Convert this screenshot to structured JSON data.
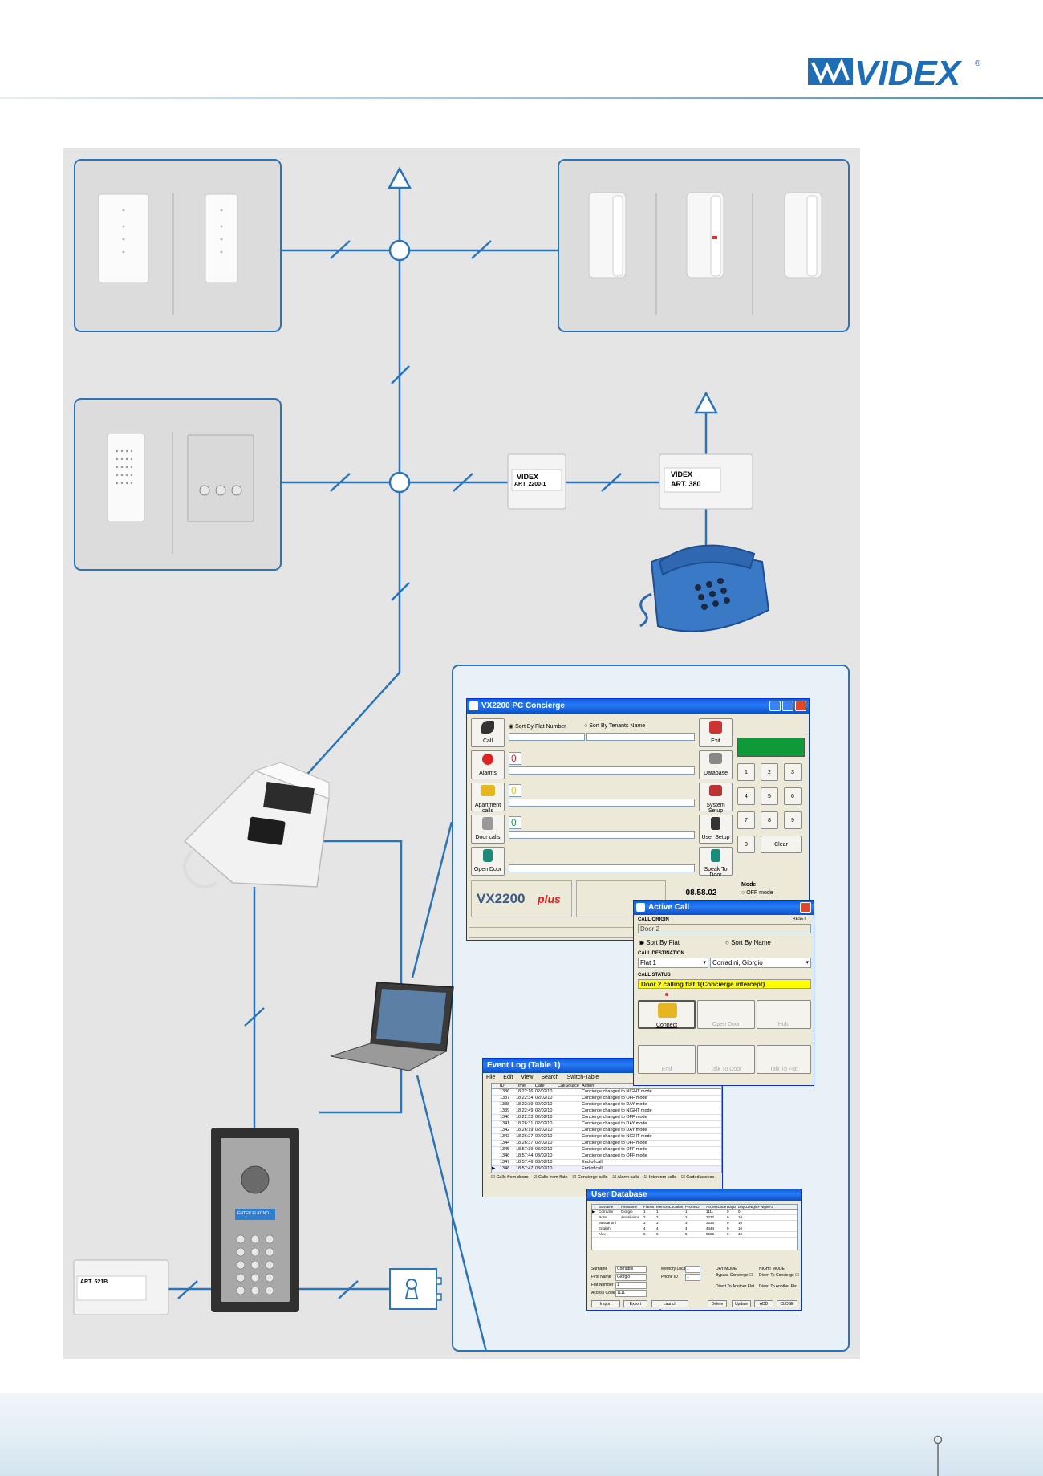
{
  "brand": {
    "logo_text": "VIDEX",
    "registered": "®"
  },
  "concierge_window": {
    "title": "VX2200 PC Concierge",
    "sort_by_flat": "Sort By Flat Number",
    "sort_by_tenant": "Sort By Tenants Name",
    "left_buttons": [
      "Call",
      "Alarms",
      "Apartment calls",
      "Door calls",
      "Open Door"
    ],
    "counters": [
      "0",
      "0",
      "0"
    ],
    "right_buttons": [
      "Exit",
      "Database",
      "System Setup",
      "User Setup",
      "Speak To Door"
    ],
    "keypad": [
      "1",
      "2",
      "3",
      "4",
      "5",
      "6",
      "7",
      "8",
      "9",
      "0"
    ],
    "clear_label": "Clear",
    "product_name": "VX2200",
    "product_suffix": "plus",
    "clock": "08.58.02",
    "mode_label": "Mode",
    "mode_off": "OFF mode"
  },
  "active_call": {
    "title": "Active Call",
    "reset": "RESET",
    "origin_label": "CALL ORIGIN",
    "origin_value": "Door 2",
    "sort_flat": "Sort By Flat",
    "sort_name": "Sort By Name",
    "destination_label": "CALL DESTINATION",
    "dest_flat": "Flat 1",
    "dest_name": "Corradini, Giorgio",
    "status_label": "CALL STATUS",
    "status_value": "Door 2 calling flat 1(Concierge intercept)",
    "buttons_top": [
      "Connect",
      "Open Door",
      "Hold"
    ],
    "buttons_bottom": [
      "End",
      "Talk To Door",
      "Talk To Flat"
    ]
  },
  "event_log": {
    "title": "Event Log (Table 1)",
    "menu": [
      "File",
      "Edit",
      "View",
      "Search",
      "Switch-Table"
    ],
    "columns": [
      "ID",
      "Time",
      "Date",
      "CallSource",
      "Action"
    ],
    "rows": [
      [
        "1336",
        "18:22:16",
        "02/02/10",
        "",
        "Concierge changed to NIGHT mode"
      ],
      [
        "1337",
        "18:22:34",
        "02/02/10",
        "",
        "Concierge changed to OFF mode"
      ],
      [
        "1338",
        "18:22:39",
        "02/02/10",
        "",
        "Concierge changed to DAY mode"
      ],
      [
        "1339",
        "18:22:49",
        "02/02/10",
        "",
        "Concierge changed to NIGHT mode"
      ],
      [
        "1340",
        "18:22:53",
        "02/02/10",
        "",
        "Concierge changed to OFF mode"
      ],
      [
        "1341",
        "18:26:31",
        "02/02/10",
        "",
        "Concierge changed to DAY mode"
      ],
      [
        "1342",
        "18:26:19",
        "02/02/10",
        "",
        "Concierge changed to DAY mode"
      ],
      [
        "1343",
        "18:26:27",
        "02/02/10",
        "",
        "Concierge changed to NIGHT mode"
      ],
      [
        "1344",
        "18:26:37",
        "02/02/10",
        "",
        "Concierge changed to OFF mode"
      ],
      [
        "1345",
        "18:57:39",
        "03/02/10",
        "",
        "Concierge changed to OFF mode"
      ],
      [
        "1346",
        "18:57:44",
        "03/02/10",
        "",
        "Concierge changed to OFF mode"
      ],
      [
        "1347",
        "18:57:46",
        "03/02/10",
        "",
        "End of call"
      ],
      [
        "1348",
        "18:57:47",
        "03/02/10",
        "",
        "End of call"
      ]
    ],
    "filters": [
      "Calls from doors",
      "Calls from flats",
      "Concierge calls",
      "Alarm calls",
      "Intercom calls",
      "Coded access"
    ]
  },
  "user_db": {
    "title": "User Database",
    "columns": [
      "Surname",
      "Firstname",
      "FlatNo",
      "MemoryLocation",
      "PhoneID",
      "AccessCode",
      "DayD",
      "DayD2",
      "NightF",
      "NightF2"
    ],
    "rows": [
      [
        "Corradini",
        "Giorgio",
        "1",
        "1",
        "1",
        "1111",
        "0",
        "0",
        "",
        ""
      ],
      [
        "Rossi",
        "Annaliviana",
        "2",
        "2",
        "2",
        "2222",
        "0",
        "10",
        "",
        ""
      ],
      [
        "Mascarbini",
        "",
        "3",
        "3",
        "3",
        "3333",
        "0",
        "10",
        "",
        ""
      ],
      [
        "English",
        "",
        "4",
        "4",
        "4",
        "4444",
        "0",
        "10",
        "",
        ""
      ],
      [
        "Alex",
        "",
        "5",
        "5",
        "5",
        "5555",
        "0",
        "10",
        "",
        ""
      ]
    ],
    "form_labels": [
      "Surname",
      "First Name",
      "Flat Number",
      "Access Code",
      "Memory Location",
      "Phone ID"
    ],
    "form_values": [
      "Corradini",
      "Giorgio",
      "1",
      "1111",
      "1",
      "1"
    ],
    "day_mode": "DAY MODE",
    "night_mode": "NIGHT MODE",
    "bypass": "Bypass Concierge",
    "divert_conc": "Divert To Concierge",
    "divert_flat": "Divert To Another Flat",
    "buttons": [
      "Import",
      "Export",
      "Launch Programmer",
      "Delete",
      "Update",
      "ADD",
      "CLOSE"
    ]
  },
  "device_labels": {
    "module_2200": {
      "brand": "VIDEX",
      "model": "ART. 2200-1"
    },
    "module_380": {
      "brand": "VIDEX",
      "model": "ART. 380"
    },
    "psu": {
      "model": "ART. 521B"
    },
    "panel_display": "ENTER FLAT NO."
  },
  "colors": {
    "wire": "#2b74b8",
    "panel_bg": "#e5e5e5",
    "box_bg": "#dcdcdc",
    "logo": "#1f6db4",
    "xp_title": "#0a5fe0",
    "status_yellow": "#ffff00"
  }
}
